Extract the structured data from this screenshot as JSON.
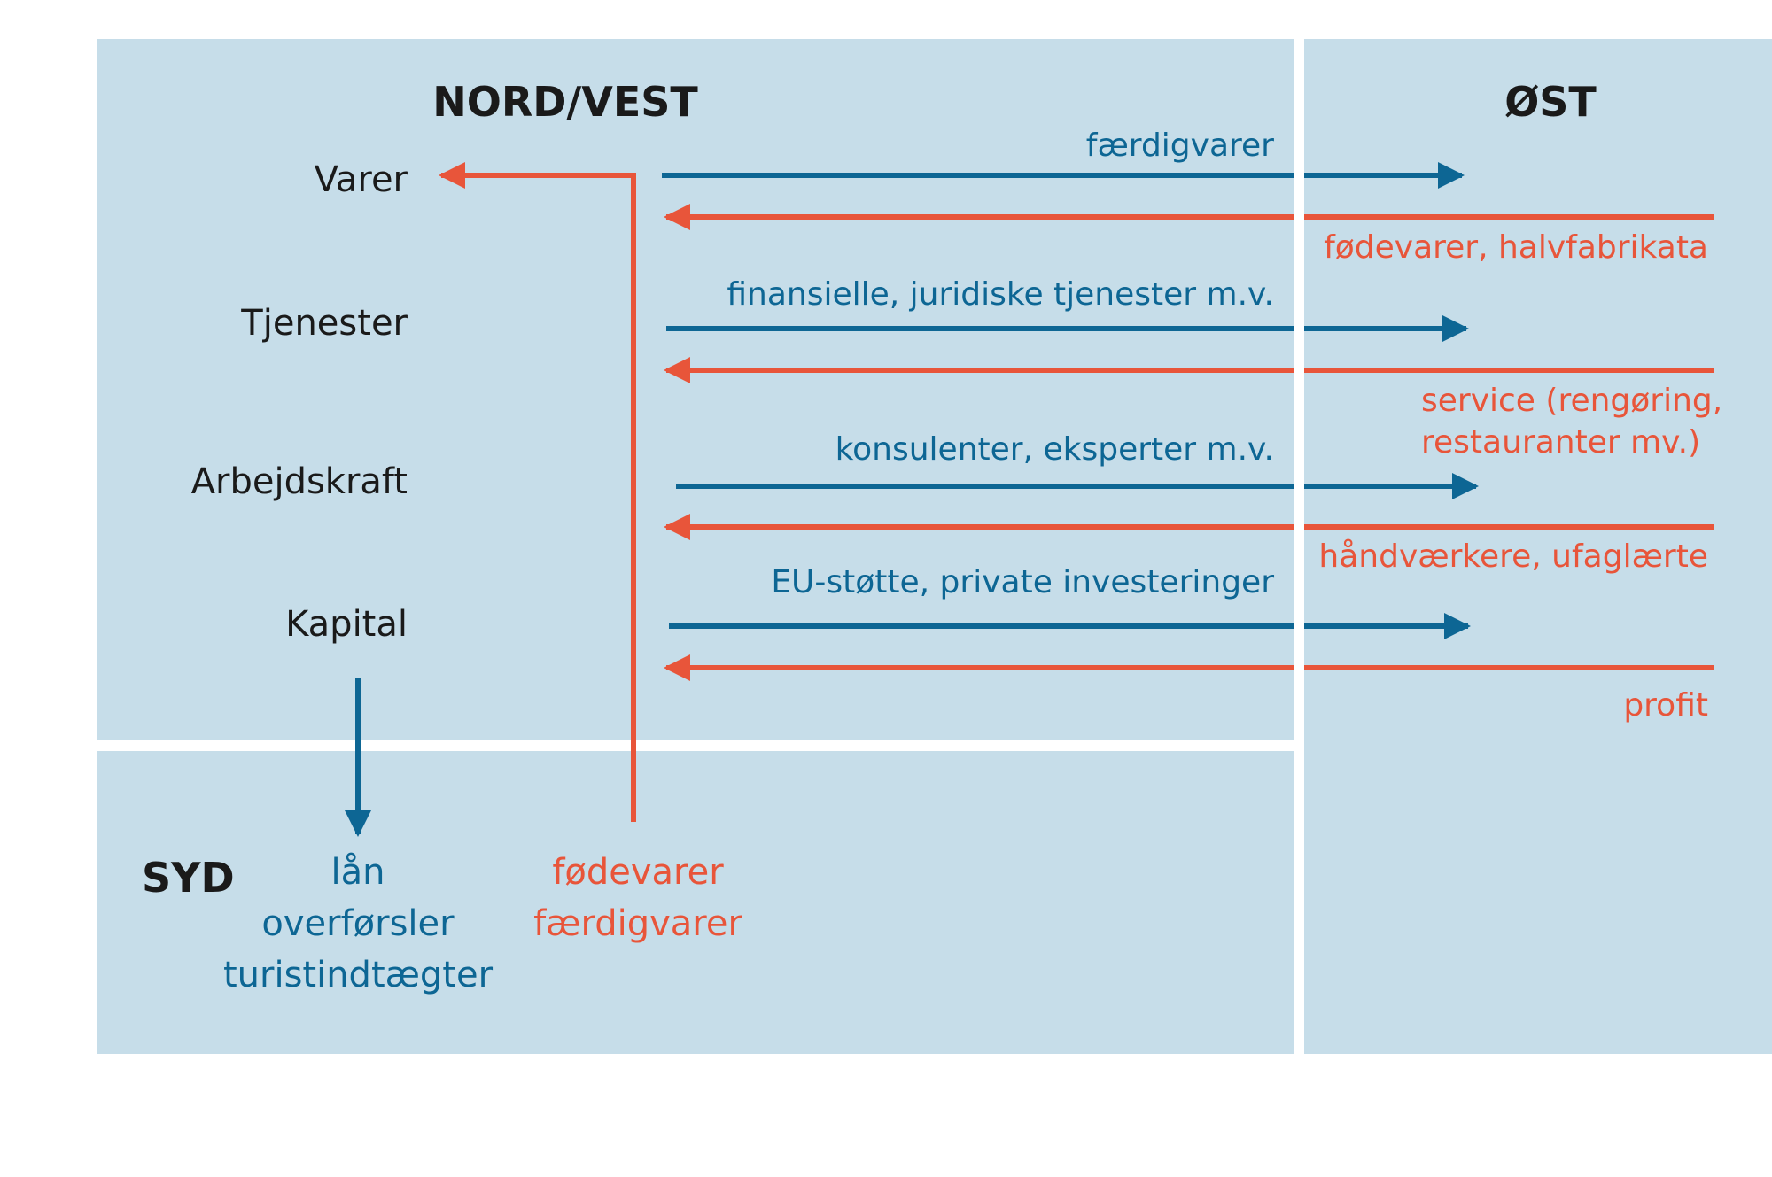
{
  "colors": {
    "panel": "#c6dde9",
    "divider": "#ffffff",
    "blue": "#0d6694",
    "red": "#e8553a",
    "text": "#1a1a1a"
  },
  "regions": {
    "north_west": "NORD/VEST",
    "east": "ØST",
    "south": "SYD"
  },
  "categories": {
    "goods": "Varer",
    "services": "Tjenester",
    "labour": "Arbejdskraft",
    "capital": "Kapital"
  },
  "flows_to_east": {
    "goods": "færdigvarer",
    "services": "finansielle, juridiske tjenester m.v.",
    "labour": "konsulenter, eksperter m.v.",
    "capital": "EU-støtte, private investeringer"
  },
  "flows_from_east": {
    "goods": "fødevarer, halvfabrikata",
    "services_line1": "service (rengøring,",
    "services_line2": "restauranter mv.)",
    "labour": "håndværkere, ufaglærte",
    "capital": "profit"
  },
  "flows_to_south": {
    "line1": "lån",
    "line2": "overførsler",
    "line3": "turistindtægter"
  },
  "flows_from_south": {
    "line1": "fødevarer",
    "line2": "færdigvarer"
  }
}
